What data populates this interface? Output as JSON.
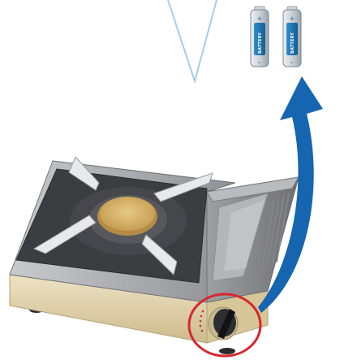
{
  "illustration": {
    "subject": "portable gas stove with battery ignition",
    "batteries": [
      {
        "label": "BATTERY",
        "positive": "+",
        "negative": "-"
      },
      {
        "label": "BATTERY",
        "positive": "+",
        "negative": "-"
      }
    ],
    "colors": {
      "arrow": "#1565b0",
      "highlight_circle": "#d8262e",
      "stove_body": "#a7a9ad",
      "stove_top": "#3b3d41",
      "burner": "#d7b26a",
      "base": "#e2d3ad",
      "battery_blue": "#1f78b4",
      "flame_outline": "#a6cde8"
    }
  }
}
